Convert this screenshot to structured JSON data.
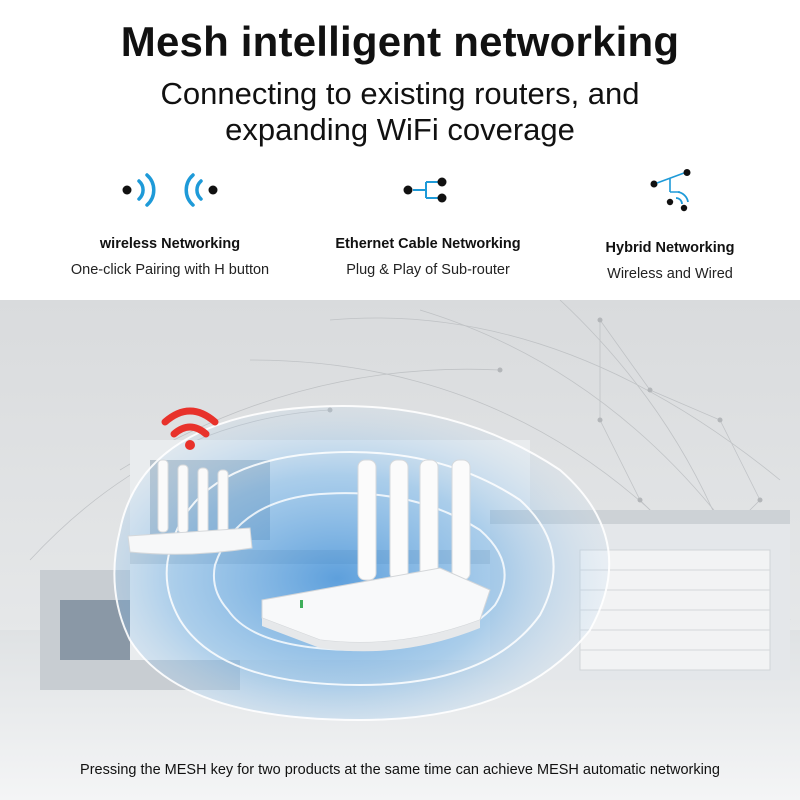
{
  "header": {
    "title": "Mesh intelligent networking",
    "subtitle_line1": "Connecting to existing routers, and",
    "subtitle_line2": "expanding WiFi coverage"
  },
  "features": [
    {
      "icon": "wireless-waves-icon",
      "title": "wireless Networking",
      "description": "One-click Pairing with H button"
    },
    {
      "icon": "ethernet-network-icon",
      "title": "Ethernet Cable Networking",
      "description": "Plug & Play of Sub-router"
    },
    {
      "icon": "hybrid-network-icon",
      "title": "Hybrid Networking",
      "description": "Wireless and Wired"
    }
  ],
  "caption": "Pressing the MESH key for two products at the same time can achieve MESH automatic networking",
  "colors": {
    "accent_blue": "#1e9ad8",
    "signal_red": "#e8322b",
    "text": "#111111"
  }
}
